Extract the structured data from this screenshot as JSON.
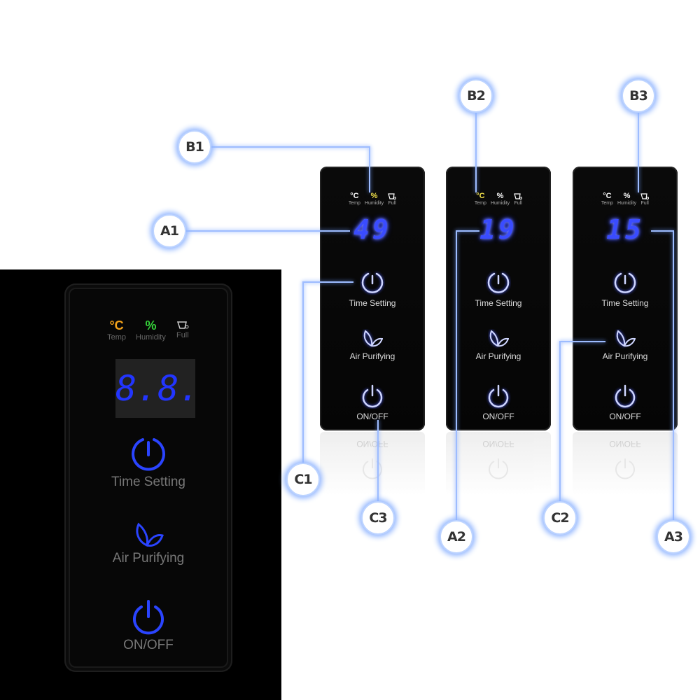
{
  "callouts": {
    "A1": "A1",
    "A2": "A2",
    "A3": "A3",
    "B1": "B1",
    "B2": "B2",
    "B3": "B3",
    "C1": "C1",
    "C2": "C2",
    "C3": "C3"
  },
  "indicators": {
    "temp_symbol": "°C",
    "temp_label": "Temp",
    "humidity_symbol": "%",
    "humidity_label": "Humidity",
    "full_label": "Full"
  },
  "buttons": {
    "time_setting": "Time Setting",
    "air_purifying": "Air Purifying",
    "on_off": "ON/OFF"
  },
  "panels": [
    {
      "display": "49",
      "active_indicator": "humidity"
    },
    {
      "display": "19",
      "active_indicator": "temp"
    },
    {
      "display": "15",
      "active_indicator": "full"
    }
  ],
  "large_panel": {
    "display": "8.8."
  },
  "colors": {
    "display_blue": "#3a4cff",
    "temp_orange": "#f5a31a",
    "humidity_green": "#35d43a",
    "highlight_yellow": "#f2e24a",
    "glow": "#8fb4ff"
  }
}
